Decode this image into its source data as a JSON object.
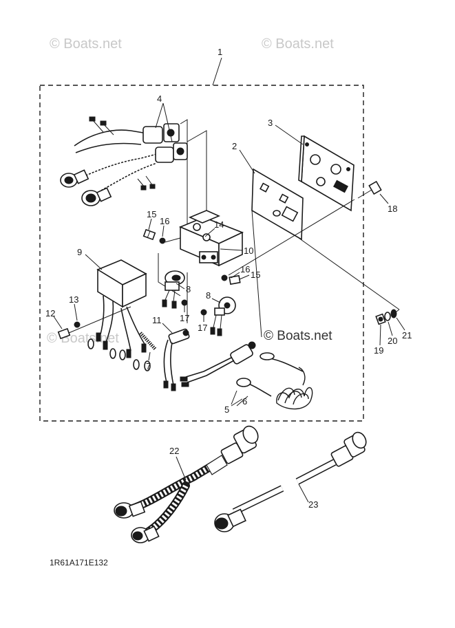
{
  "watermark": {
    "text": "© Boats.net"
  },
  "diagram_code": "1R61A171E132",
  "callouts": {
    "c1": "1",
    "c2": "2",
    "c3": "3",
    "c4": "4",
    "c5": "5",
    "c6": "6",
    "c7": "7",
    "c8a": "8",
    "c8b": "8",
    "c9": "9",
    "c10": "10",
    "c11": "11",
    "c12": "12",
    "c13": "13",
    "c14": "14",
    "c15a": "15",
    "c15b": "15",
    "c16a": "16",
    "c16b": "16",
    "c17a": "17",
    "c17b": "17",
    "c18": "18",
    "c19": "19",
    "c20": "20",
    "c21": "21",
    "c22": "22",
    "c23": "23"
  }
}
